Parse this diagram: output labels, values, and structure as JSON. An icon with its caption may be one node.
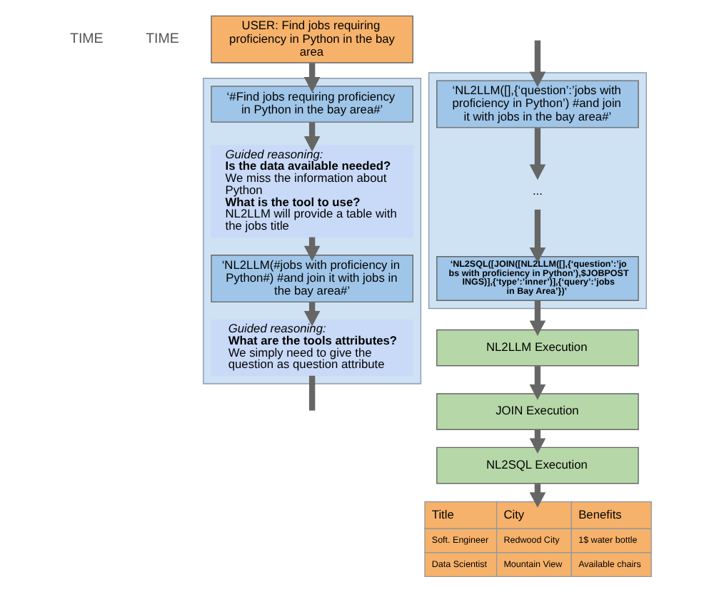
{
  "diagram": {
    "nodes": [
      {
        "text": [
          "USER: Find jobs requiring proficiency in Python in the bay area"
        ]
      },
      {
        "text": [],
        "shape": "box"
      },
      {
        "text": [
          "‘#Find jobs requiring proficiency in Python in the bay area#’"
        ],
        "in": 1
      },
      {
        "text": [
          "Guided reasoning:",
          "Is the data available needed?",
          "We miss the information about Python",
          "What is the tool to use?",
          "NL2LLM will provide a table with the jobs title"
        ],
        "in": 1
      },
      {
        "text": [
          "‘NL2LLM(#jobs with proficiency in Python#) #and join it with jobs in the bay area#’"
        ],
        "in": 1
      },
      {
        "text": [
          "Guided reasoning:",
          "What are the tools attributes?",
          "We simply need to give the question as question attribute"
        ],
        "in": 1
      },
      {
        "text": [],
        "shape": "box"
      },
      {
        "text": [
          "‘NL2LLM([],{‘question’:’jobs with proficiency in Python’) #and join it with jobs in the bay area#’"
        ],
        "in": 6
      },
      {
        "text": [
          "..."
        ],
        "in": 6
      },
      {
        "text": [
          "‘NL2SQL([JOIN([NL2LLM([],{‘question’:’jobs with proficiency in Python’),$JOBPOSTINGS)],{‘type’:’inner’)],{‘query’:’jobs in Bay Area’})’"
        ],
        "in": 6
      },
      {
        "text": [
          "NL2LLM Execution"
        ]
      },
      {
        "text": [
          "JOIN Execution"
        ]
      },
      {
        "text": [
          "NL2SQL Execution"
        ]
      },
      {
        "text": [
          "Title",
          "City",
          "Benefits",
          "Soft. Engineer",
          "Redwood City",
          "1$ water bottle",
          "Data Scientist",
          "Mountain View",
          "Available chairs"
        ]
      }
    ],
    "edges": [
      {
        "from": 0,
        "to": 2,
        "arrow": "to"
      },
      {
        "from": 2,
        "to": 3,
        "arrow": "to"
      },
      {
        "from": 3,
        "to": 4,
        "arrow": "to"
      },
      {
        "from": 4,
        "to": 5,
        "arrow": "to"
      },
      {
        "from": 5,
        "to": null,
        "arrow": "none"
      },
      {
        "from": null,
        "to": 7,
        "arrow": "to"
      },
      {
        "from": 7,
        "to": 8,
        "arrow": "to"
      },
      {
        "from": 8,
        "to": 9,
        "arrow": "to"
      },
      {
        "from": 9,
        "to": 10,
        "arrow": "to"
      },
      {
        "from": 10,
        "to": 11,
        "arrow": "to"
      },
      {
        "from": 11,
        "to": 12,
        "arrow": "to"
      },
      {
        "from": 12,
        "to": 13,
        "arrow": "to"
      }
    ],
    "labels": [
      "TIME",
      "TIME"
    ]
  }
}
